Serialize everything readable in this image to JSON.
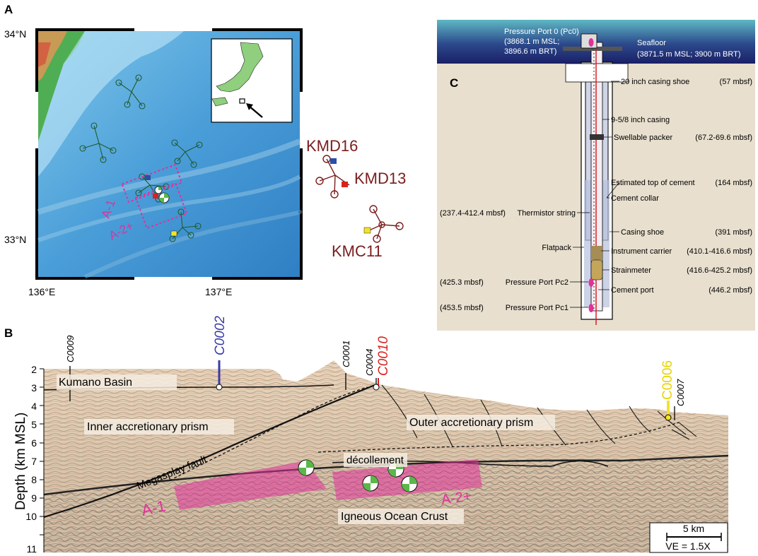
{
  "panels": {
    "a": {
      "label": "A",
      "lat_top": "34°N",
      "lat_bottom": "33°N",
      "lon_left": "136°E",
      "lon_right": "137°E",
      "area_labels": [
        "A-1",
        "A-2+"
      ],
      "station_labels": [
        "KMD16",
        "KMD13",
        "KMC11"
      ]
    },
    "b": {
      "label": "B",
      "ylabel": "Depth (km MSL)",
      "yticks": [
        "2",
        "3",
        "4",
        "5",
        "6",
        "7",
        "8",
        "9",
        "10",
        "11"
      ],
      "sites": [
        "C0009",
        "C0002",
        "C0001",
        "C0004",
        "C0010",
        "C0006",
        "C0007"
      ],
      "labels": {
        "kumano": "Kumano Basin",
        "inner": "Inner accretionary prism",
        "outer": "Outer accretionary prism",
        "megasplay": "Megasplay fault",
        "decollement": "décollement",
        "crust": "Igneous Ocean Crust",
        "a1": "A-1",
        "a2": "A-2+"
      },
      "scale": "5 km",
      "ve": "VE = 1.5X"
    },
    "c": {
      "label": "C",
      "top_left": [
        "Pressure Port 0 (Pc0)",
        "(3868.1 m MSL;",
        "3896.6 m BRT)"
      ],
      "seafloor": [
        "Seafloor",
        "(3871.5 m MSL; 3900 m BRT)"
      ],
      "right_items": [
        {
          "name": "20 inch casing shoe",
          "depth": "(57 mbsf)"
        },
        {
          "name": "9-5/8 inch casing",
          "depth": ""
        },
        {
          "name": "Swellable packer",
          "depth": "(67.2-69.6 mbsf)"
        },
        {
          "name": "Estimated top of cement",
          "depth": "(164 mbsf)"
        },
        {
          "name": "Cement collar",
          "depth": ""
        },
        {
          "name": "Casing shoe",
          "depth": "(391 mbsf)"
        },
        {
          "name": "Instrument carrier",
          "depth": "(410.1-416.6 mbsf)"
        },
        {
          "name": "Strainmeter",
          "depth": "(416.6-425.2 mbsf)"
        },
        {
          "name": "Cement port",
          "depth": "(446.2 mbsf)"
        }
      ],
      "left_items": [
        {
          "name": "Thermistor string",
          "depth": "(237.4-412.4 mbsf)"
        },
        {
          "name": "Flatpack",
          "depth": ""
        },
        {
          "name": "Pressure Port Pc2",
          "depth": "(425.3 mbsf)"
        },
        {
          "name": "Pressure Port Pc1",
          "depth": "(453.5 mbsf)"
        }
      ]
    }
  }
}
